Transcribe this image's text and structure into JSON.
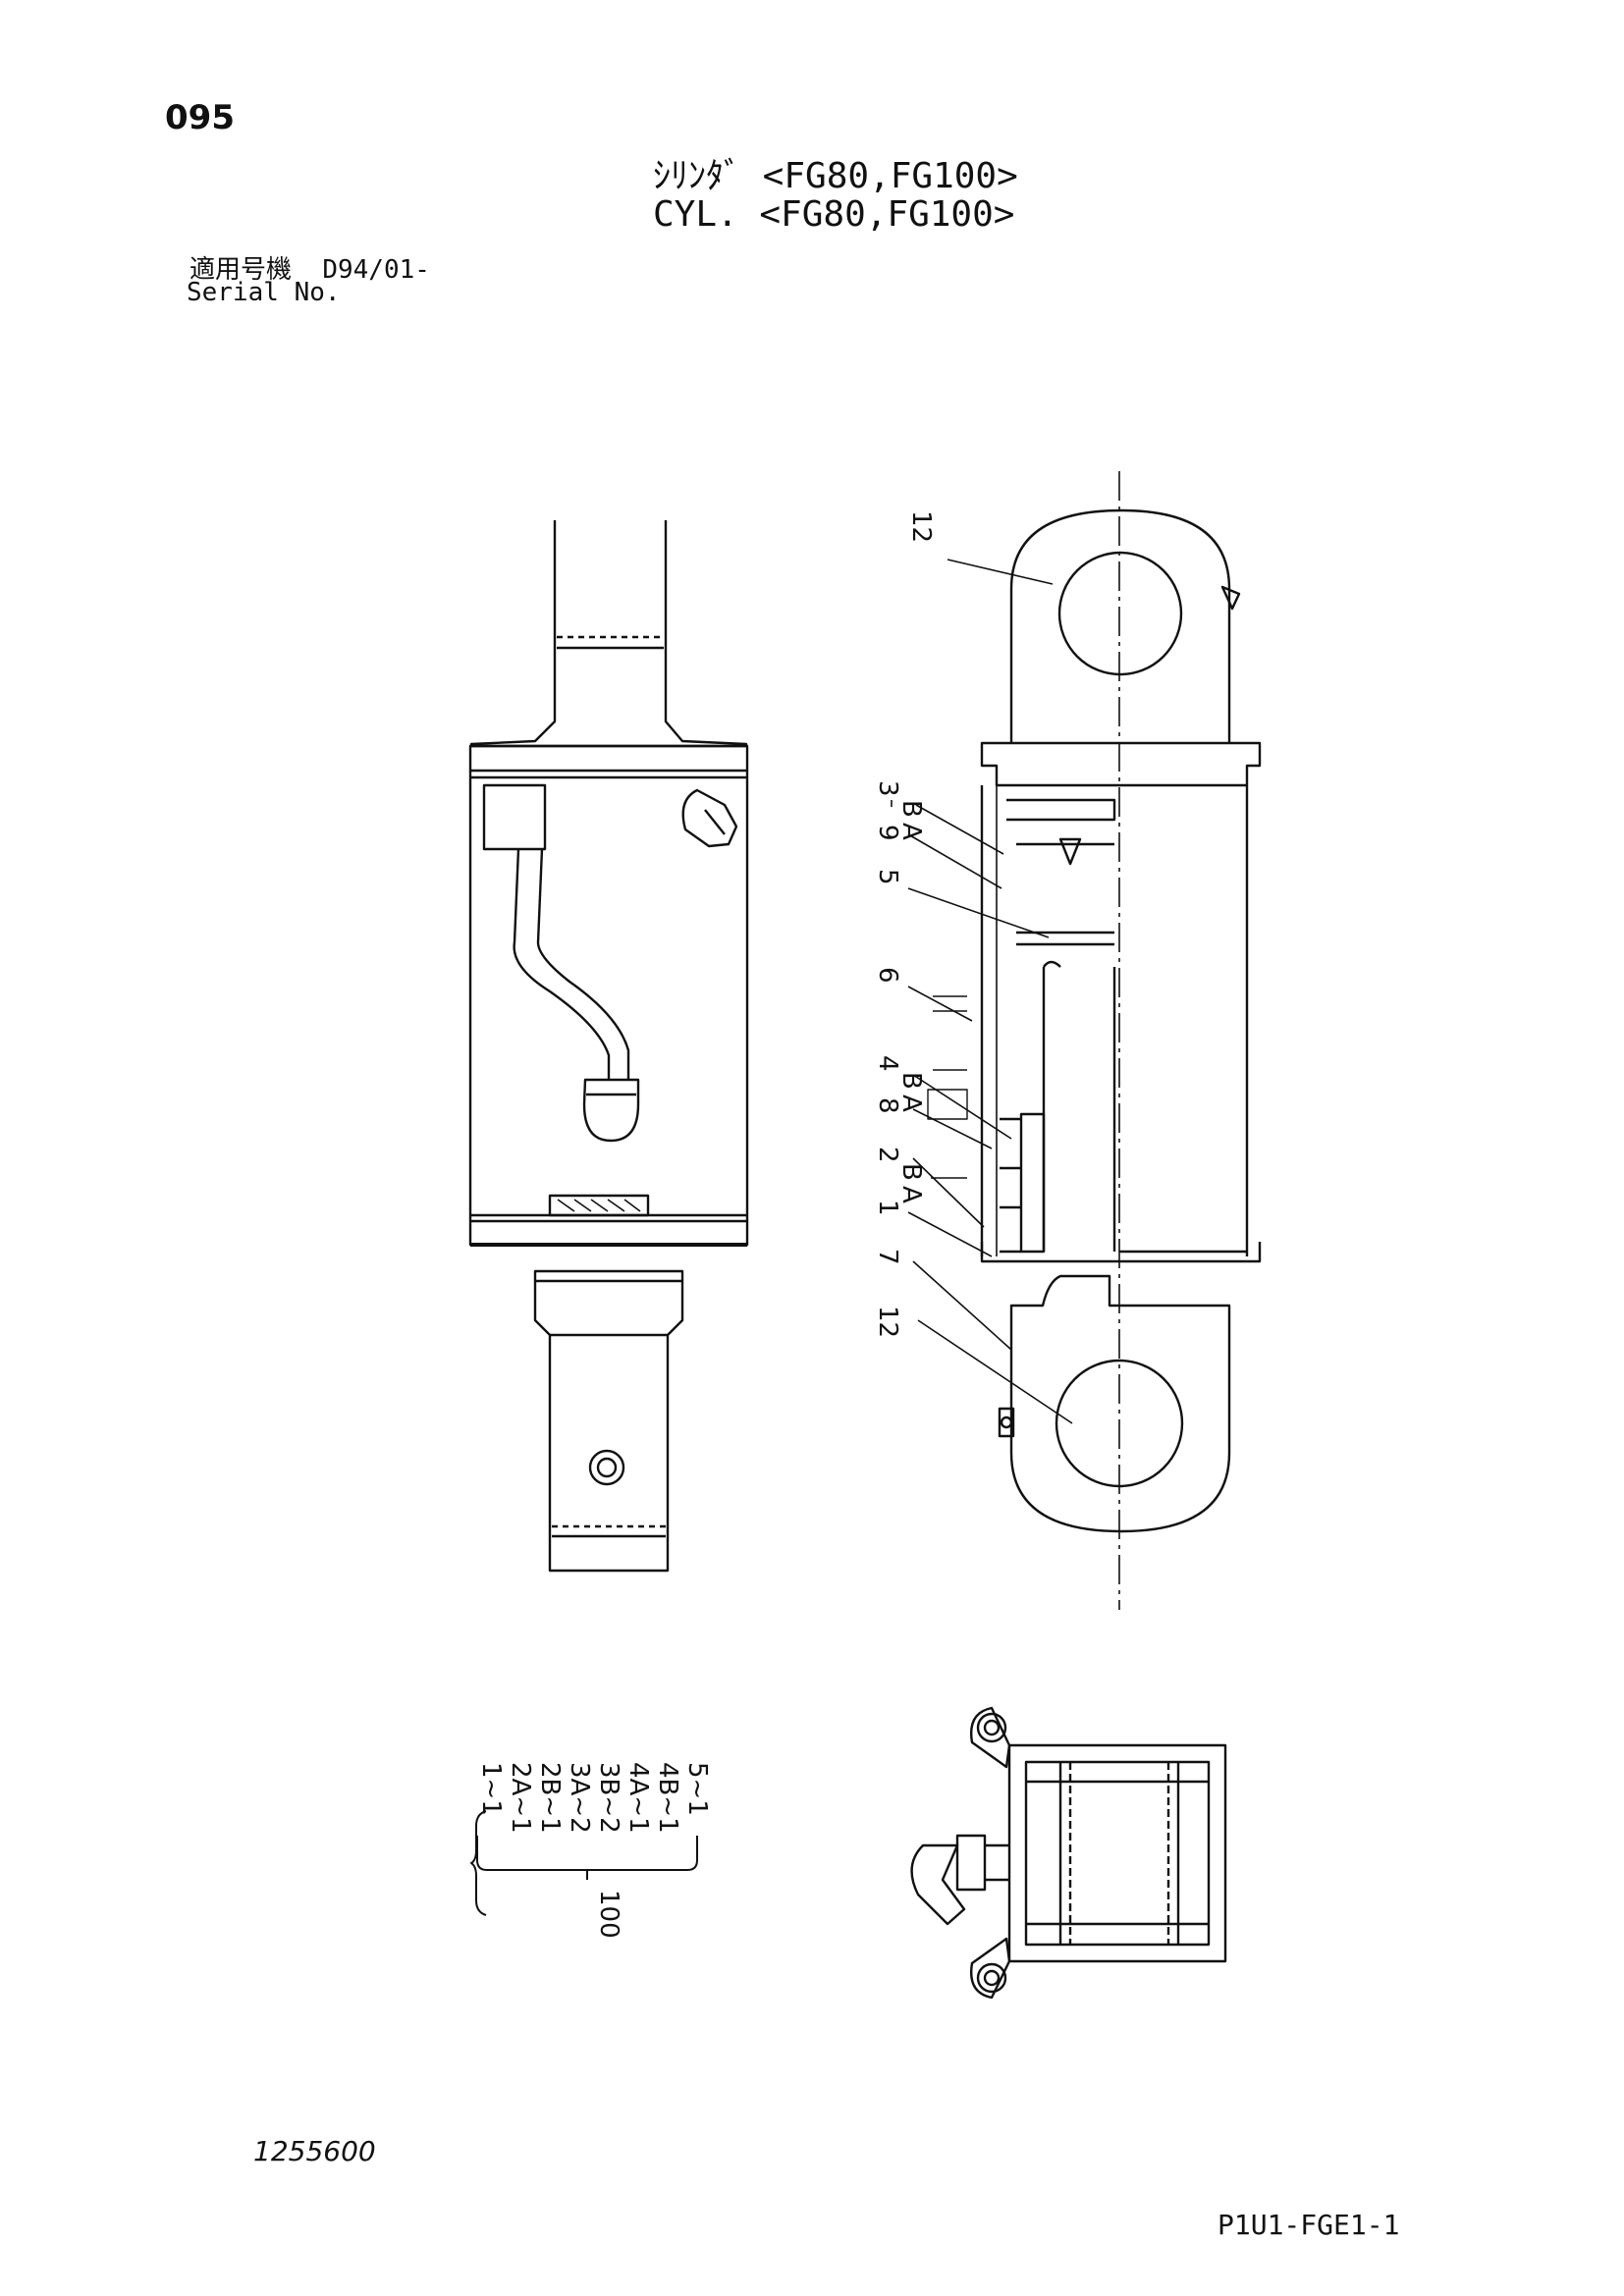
{
  "header": {
    "page_number": "095",
    "title_jp": "ｼﾘﾝﾀﾞ <FG80,FG100>",
    "title_en": "CYL. <FG80,FG100>",
    "serial_label_jp": "適用号機",
    "serial_value": "D94/01-",
    "serial_label_en": "Serial No."
  },
  "callouts": {
    "c12a": "12",
    "c3": "3",
    "c3B": "B",
    "c3A": "A",
    "c9": "9",
    "c5": "5",
    "c6": "6",
    "c4": "4",
    "c4B": "B",
    "c4A": "A",
    "c8": "8",
    "c2": "2",
    "c2B": "B",
    "c2A": "A",
    "c1": "1",
    "c7": "7",
    "c12b": "12"
  },
  "kit": {
    "number": "100",
    "items": [
      "1~1",
      "2A~1",
      "2B~1",
      "3A~2",
      "3B~2",
      "4A~1",
      "4B~1",
      "5~1"
    ]
  },
  "footer": {
    "drawing_number": "1255600",
    "page_code": "P1U1-FGE1-1"
  }
}
